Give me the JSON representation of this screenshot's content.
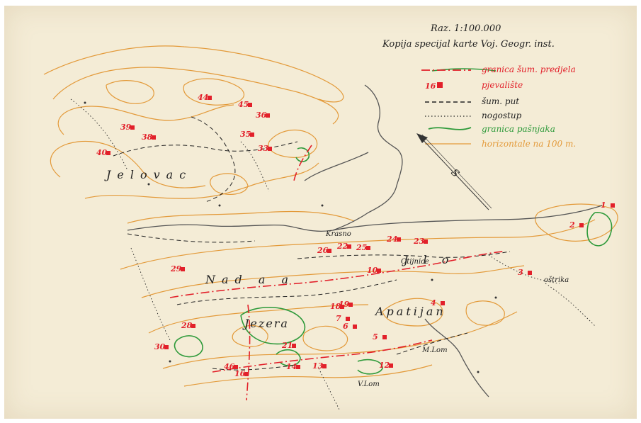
{
  "header": {
    "scale": "Raz. 1:100.000",
    "subtitle": "Kopija specijal karte Voj. Geogr. inst."
  },
  "legend": [
    {
      "key": "boundary",
      "label": "granica šum. predjela",
      "color": "#e2202a",
      "kind": "dash-dot"
    },
    {
      "key": "singing_place",
      "label": "pjevalište",
      "symbol": "16",
      "color": "#e2202a",
      "kind": "square"
    },
    {
      "key": "forest_road",
      "label": "šum. put",
      "color": "#222222",
      "kind": "dashed"
    },
    {
      "key": "footpath",
      "label": "nogostup",
      "color": "#222222",
      "kind": "dotted"
    },
    {
      "key": "pasture_boundary",
      "label": "granica pašnjaka",
      "color": "#2e9a3a",
      "kind": "solid"
    },
    {
      "key": "contour",
      "label": "horizontale na 100 m.",
      "color": "#e39a3a",
      "kind": "solid"
    }
  ],
  "north_arrow": {
    "letter": "S"
  },
  "place_names": {
    "jelovac": "Jelovac",
    "nadasa": "Nad a a",
    "jezera": "Jezera",
    "apatijan": "Apatijan",
    "krasno": "Krasno",
    "otijnice": "Otijnice",
    "ostrika": "oštrika",
    "mlom": "M.Lom",
    "vlom": "V.Lom",
    "jolo": "J l o"
  },
  "singing_places": [
    "1",
    "2",
    "3",
    "4",
    "5",
    "6",
    "7",
    "10",
    "12",
    "13",
    "14",
    "16",
    "18",
    "19",
    "21",
    "22",
    "23",
    "24",
    "25",
    "26",
    "28",
    "29",
    "30",
    "33",
    "35",
    "36",
    "38",
    "39",
    "40",
    "44",
    "45",
    "46"
  ],
  "colors": {
    "paper": "#f4ecd6",
    "red": "#e2202a",
    "orange": "#e39a3a",
    "green": "#2e9a3a",
    "ink": "#222222"
  }
}
